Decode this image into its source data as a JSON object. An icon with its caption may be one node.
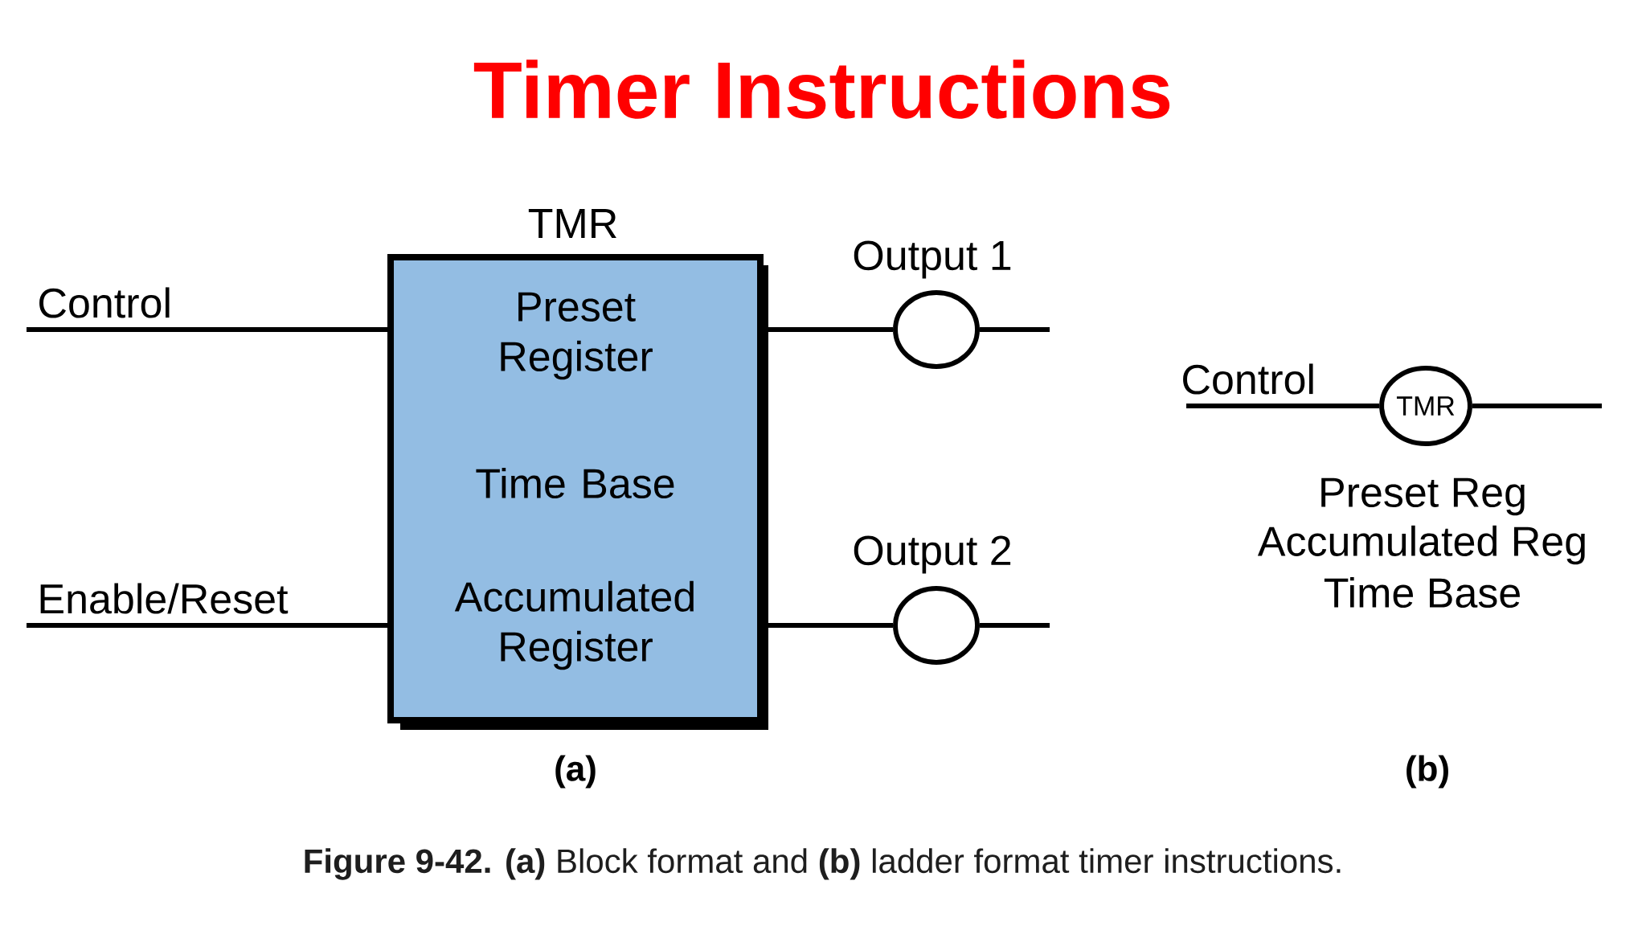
{
  "diagram": {
    "title": "Timer Instructions",
    "caption": "**Figure 9-42. (a)** Block format and **(b)** ladder format timer instructions.",
    "nodes": [
      {
        "text": [
          "TMR",
          "Preset Register",
          "Time Base",
          "Accumulated Register"
        ]
      },
      {
        "text": [],
        "shape": "circle",
        "beside": [
          "Output 1"
        ]
      },
      {
        "text": [],
        "shape": "circle",
        "beside": [
          "Output 2"
        ]
      },
      {
        "text": [
          "TMR"
        ],
        "beside": [
          "Preset Reg",
          "Accumulated Reg",
          "Time Base"
        ]
      }
    ],
    "edges": [
      {
        "from": null,
        "to": 0,
        "arrow": "none",
        "label": "Control"
      },
      {
        "from": null,
        "to": 0,
        "arrow": "none",
        "label": "Enable/Reset"
      },
      {
        "from": 0,
        "to": 1,
        "arrow": "none"
      },
      {
        "from": 1,
        "to": null,
        "arrow": "none"
      },
      {
        "from": 0,
        "to": 2,
        "arrow": "none"
      },
      {
        "from": 2,
        "to": null,
        "arrow": "none"
      },
      {
        "from": null,
        "to": 3,
        "arrow": "none",
        "label": "Control"
      },
      {
        "from": 3,
        "to": null,
        "arrow": "none"
      }
    ],
    "labels": [
      "(a)",
      "(b)"
    ]
  }
}
